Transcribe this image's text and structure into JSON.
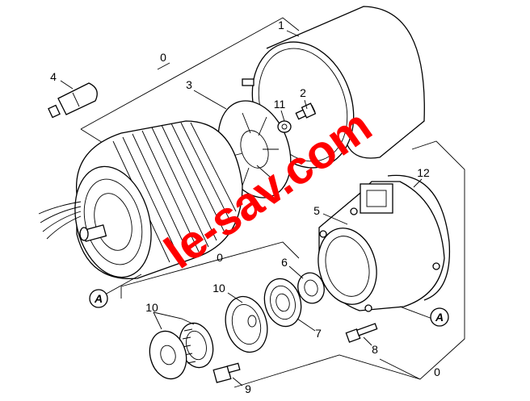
{
  "labels": {
    "l0_top": "0",
    "l1": "1",
    "l2": "2",
    "l3": "3",
    "l4": "4",
    "l5": "5",
    "l6": "6",
    "l7": "7",
    "l8": "8",
    "l9": "9",
    "l10a": "10",
    "l10b": "10",
    "l11": "11",
    "l12": "12",
    "l0_mid": "0",
    "l0_bot": "0",
    "refA1": "A",
    "refA2": "A"
  },
  "watermark": {
    "text": "le-sav.com",
    "color": "#ff0000"
  }
}
